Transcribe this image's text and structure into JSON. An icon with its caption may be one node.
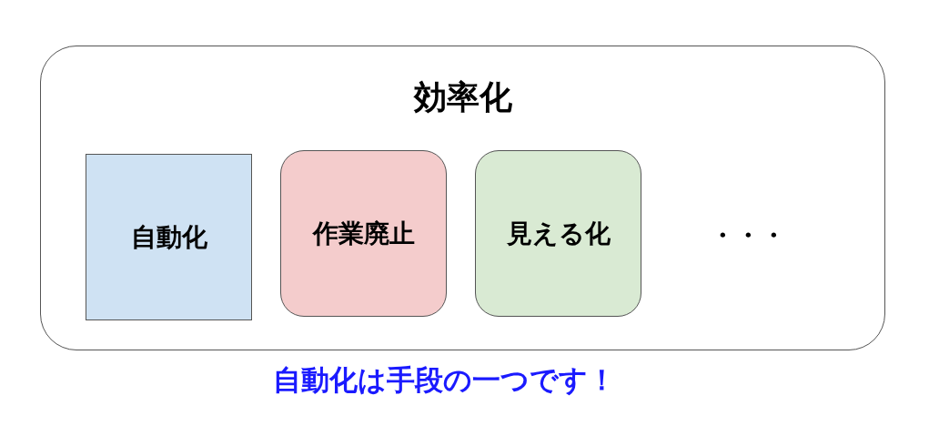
{
  "diagram": {
    "caption": "自動化は手段の一つです！",
    "nodes": [
      {
        "text": [
          "効率化"
        ]
      },
      {
        "text": [
          "自動化"
        ],
        "in": 0
      },
      {
        "text": [
          "作業廃止"
        ],
        "in": 0
      },
      {
        "text": [
          "見える化"
        ],
        "in": 0
      }
    ],
    "labels": [
      "・・・"
    ]
  }
}
